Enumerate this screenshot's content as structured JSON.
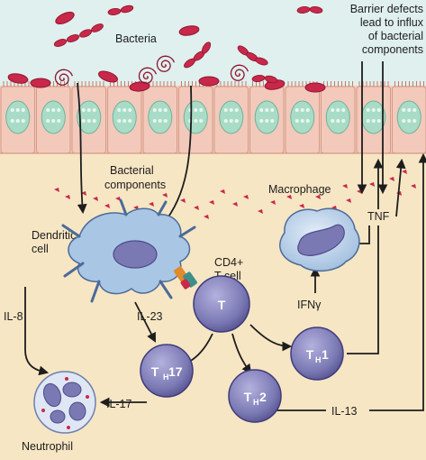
{
  "labels": {
    "bacteria": "Bacteria",
    "barrier_1": "Barrier defects",
    "barrier_2": "lead to influx",
    "barrier_3": "of bacterial",
    "barrier_4": "components",
    "bact_comp_1": "Bacterial",
    "bact_comp_2": "components",
    "macrophage": "Macrophage",
    "dendritic_1": "Dendritic",
    "dendritic_2": "cell",
    "cd4_1": "CD4+",
    "cd4_2": "T cell",
    "tnf": "TNF",
    "ifng": "IFNγ",
    "il8": "IL-8",
    "il23": "IL-23",
    "il17": "IL-17",
    "il13": "IL-13",
    "neutrophil": "Neutrophil"
  },
  "cells": {
    "t": "T",
    "th17_main": "T",
    "th17_sub": "H",
    "th17_num": "17",
    "th1_main": "T",
    "th1_sub": "H",
    "th1_num": "1",
    "th2_main": "T",
    "th2_sub": "H",
    "th2_num": "2"
  },
  "colors": {
    "lumen": "#dff0ee",
    "tissue": "#f7e6c4",
    "epithelium": "#f3c9bb",
    "nucleus": "#a9dcc6",
    "bacteria": "#c8284a",
    "immune_cell": "#7b79b4",
    "dendritic": "#a9c7e4",
    "arrow": "#1d1d1d"
  }
}
